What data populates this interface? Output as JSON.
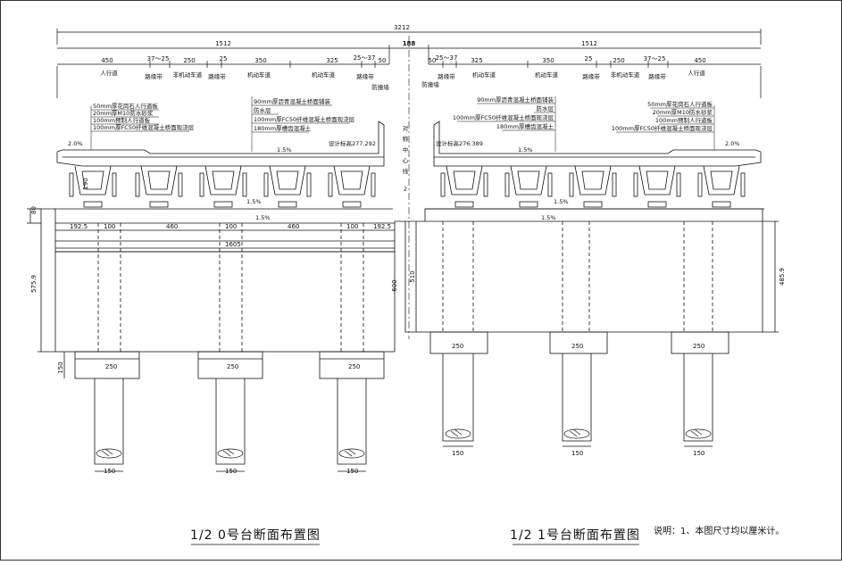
{
  "dims": {
    "overall": "3212",
    "half_left": "1512",
    "half_right": "1512",
    "center_gap": "188",
    "left_top": [
      "450",
      "37～25",
      "250",
      "25",
      "350",
      "325",
      "25～37",
      "50"
    ],
    "right_top": [
      "50",
      "25～37",
      "325",
      "350",
      "25",
      "250",
      "37～25",
      "450"
    ],
    "left_bottom": [
      "192.5",
      "100",
      "460",
      "100",
      "460",
      "100",
      "192.5"
    ],
    "left_cap_total": "1605",
    "pile_cap_width": "250",
    "pile_dia": "150",
    "cap_depth_left": "80",
    "abut_h_left": "575.9",
    "abut_h_mid": "600",
    "abut_h_right_inner": "510",
    "abut_h_right": "485.9",
    "girder_h": "190",
    "cap_thk": "150"
  },
  "lanes_left": [
    "人行道",
    "路缘带",
    "非机动车道",
    "路缘带",
    "机动车道",
    "机动车道",
    "路缘带",
    "防撞墙"
  ],
  "lanes_right": [
    "防撞墙",
    "路缘带",
    "机动车道",
    "机动车道",
    "路缘带",
    "非机动车道",
    "路缘带",
    "人行道"
  ],
  "layers_left_walk": [
    "50mm厚花岗石人行道板",
    "20mm厚M10防水砂浆",
    "100mm预制人行道板",
    "100mm厚FC50纤维混凝土桥面现浇层"
  ],
  "layers_left_road": [
    "90mm厚沥青混凝土桥面铺装",
    "防水层",
    "100mm厚FC50纤维混凝土桥面现浇层",
    "180mm厚槽齿混凝土"
  ],
  "layers_right_road": [
    "90mm厚沥青混凝土桥面铺装",
    "防水层",
    "100mm厚FC50纤维混凝土桥面现浇层",
    "180mm厚槽齿混凝土"
  ],
  "layers_right_walk": [
    "50mm厚花岗石人行道板",
    "20mm厚M10防水砂浆",
    "100mm预制人行道板",
    "100mm厚FC50纤维混凝土桥面现浇层"
  ],
  "elev_left": "设计标高277.292",
  "elev_right": "设计标高276.389",
  "slope_2": "2.0%",
  "slope_15": "1.5%",
  "centerline_label": [
    "对",
    "称",
    "中",
    "心",
    "线"
  ],
  "centerline_num": "2",
  "title_left": "1/2 0号台断面布置图",
  "title_right": "1/2 1号台断面布置图",
  "note": "说明：1、本图尺寸均以厘米计。"
}
